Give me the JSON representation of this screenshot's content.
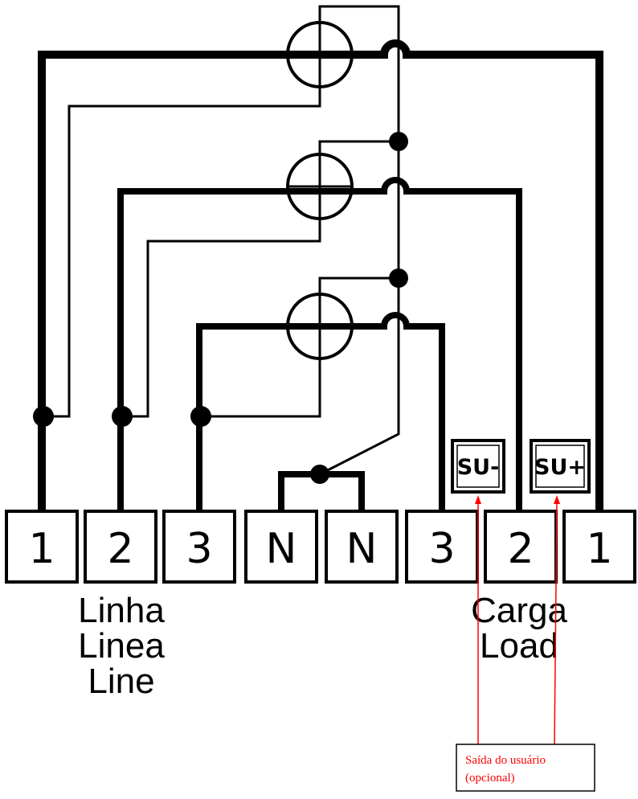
{
  "terminals": [
    "1",
    "2",
    "3",
    "N",
    "N",
    "3",
    "2",
    "1"
  ],
  "line_label": [
    "Linha",
    "Linea",
    "Line"
  ],
  "load_label": [
    "Carga",
    "Load"
  ],
  "su_minus": "SU-",
  "su_plus": "SU+",
  "note": [
    "Saída do usuário",
    "(opcional)"
  ],
  "colors": {
    "wire": "#000000",
    "annotation": "#ff0000"
  }
}
